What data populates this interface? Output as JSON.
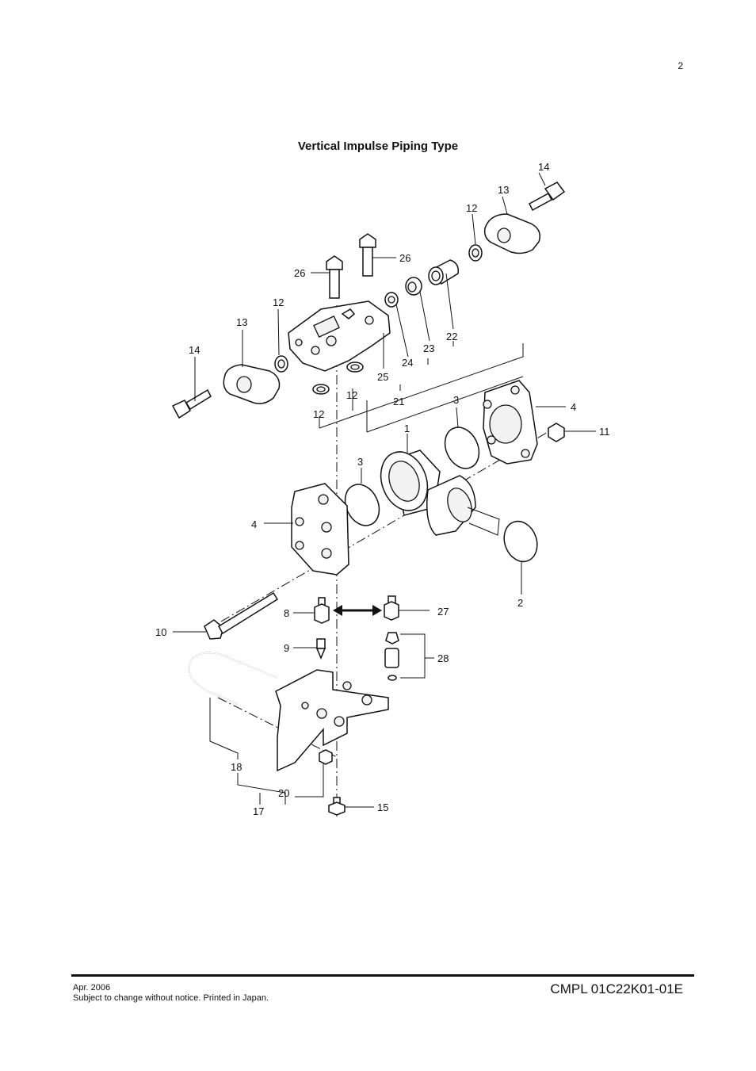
{
  "page": {
    "number": "2"
  },
  "title": "Vertical Impulse Piping Type",
  "callouts": {
    "c1": "1",
    "c2": "2",
    "c3a": "3",
    "c3b": "3",
    "c4a": "4",
    "c4b": "4",
    "c8": "8",
    "c9": "9",
    "c10": "10",
    "c11": "11",
    "c12a": "12",
    "c12b": "12",
    "c12c": "12",
    "c12d": "12",
    "c13a": "13",
    "c13b": "13",
    "c14a": "14",
    "c14b": "14",
    "c15": "15",
    "c17": "17",
    "c18": "18",
    "c20": "20",
    "c21": "21",
    "c22": "22",
    "c23": "23",
    "c24": "24",
    "c25": "25",
    "c26a": "26",
    "c26b": "26",
    "c27": "27",
    "c28": "28"
  },
  "footer": {
    "date": "Apr. 2006",
    "note": "Subject to change without notice.  Printed in Japan.",
    "doc_id": "CMPL 01C22K01-01E"
  }
}
